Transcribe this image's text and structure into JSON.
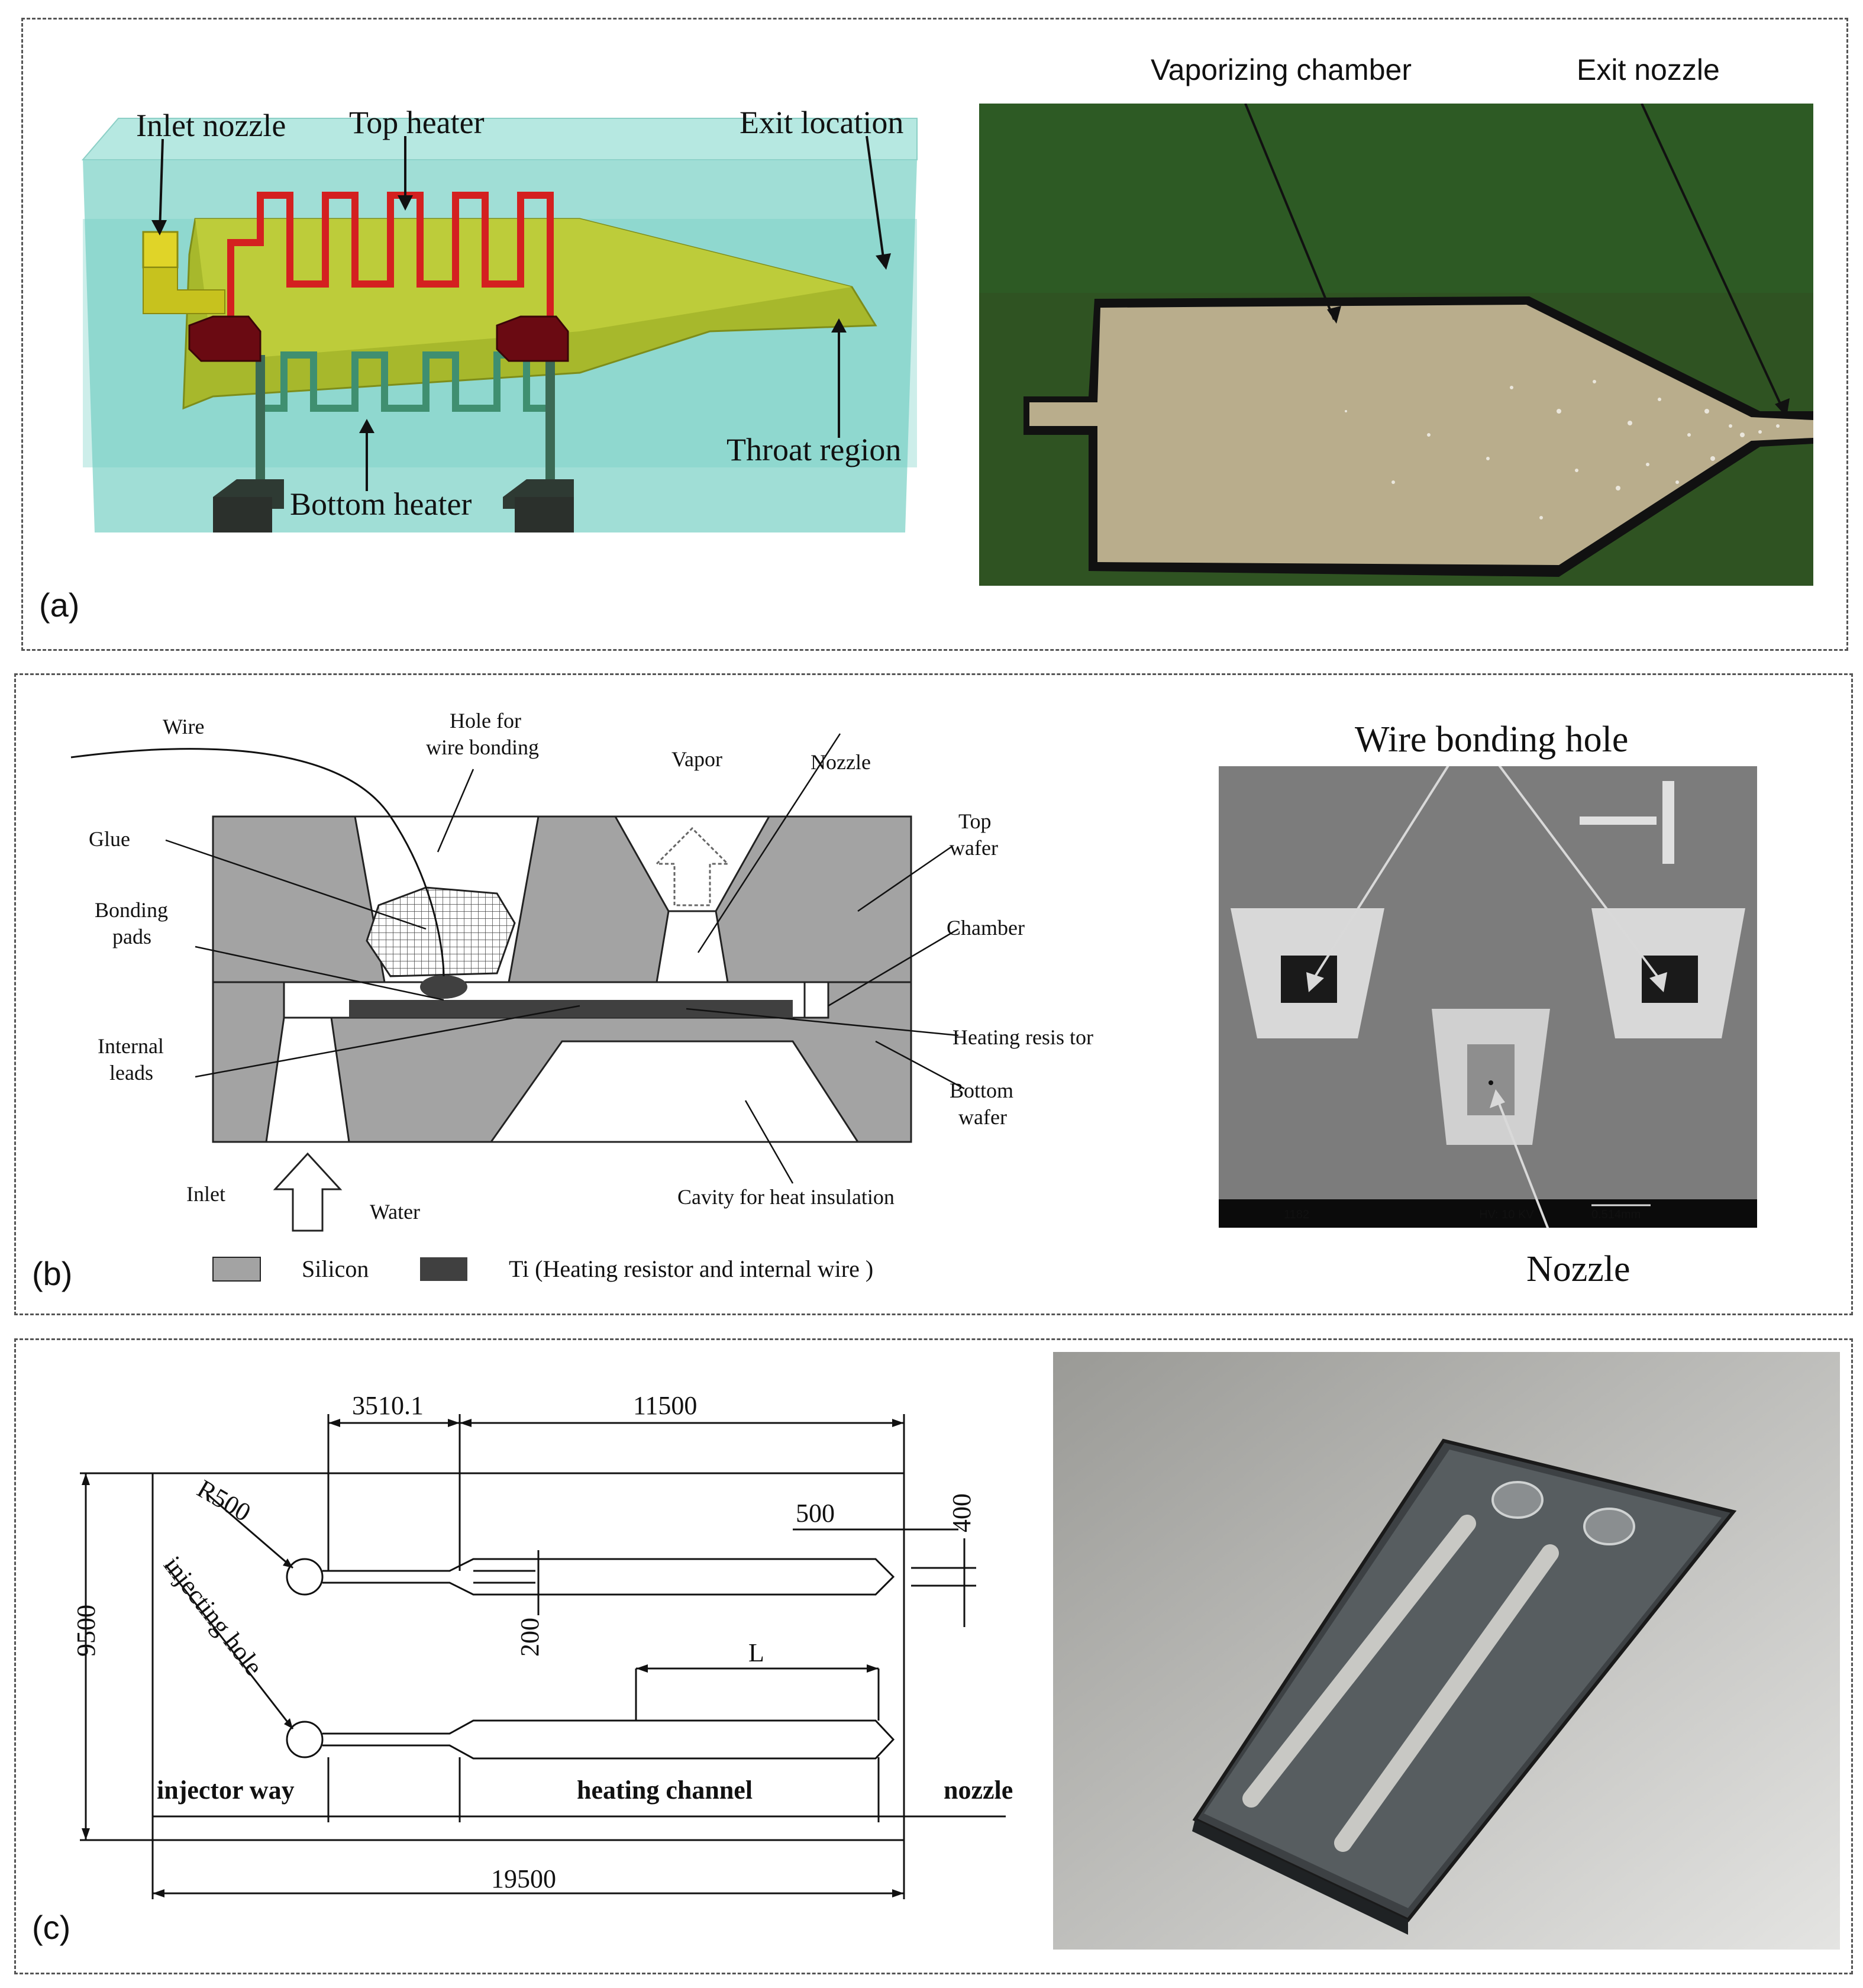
{
  "panels": {
    "a": {
      "label": "(a)",
      "model_labels": {
        "inlet_nozzle": "Inlet nozzle",
        "top_heater": "Top heater",
        "exit_location": "Exit location",
        "throat_region": "Throat region",
        "bottom_heater": "Bottom heater"
      },
      "photo_labels": {
        "vaporizing_chamber": "Vaporizing chamber",
        "exit_nozzle": "Exit nozzle"
      },
      "colors": {
        "heater": "#d42020",
        "pad": "#6a0a12",
        "chamber": "#b8c832",
        "glass": "#8fd8cf",
        "photo_bg": "#2f5322",
        "photo_chamber": "#b9ad8c"
      }
    },
    "b": {
      "label": "(b)",
      "cross_section": {
        "wire": "Wire",
        "hole_for": "Hole for",
        "wire_bonding": "wire bonding",
        "vapor": "Vapor",
        "nozzle": "Nozzle",
        "glue": "Glue",
        "top": "Top",
        "wafer_top": "wafer",
        "bonding": "Bonding",
        "pads": "pads",
        "chamber": "Chamber",
        "internal": "Internal",
        "leads": "leads",
        "heating_resistor": "Heating resis tor",
        "bottom": "Bottom",
        "wafer_bottom": "wafer",
        "inlet": "Inlet",
        "water": "Water",
        "cavity": "Cavity for heat insulation"
      },
      "legend": {
        "silicon": "Silicon",
        "ti": "Ti (Heating resistor and  internal wire )"
      },
      "sem": {
        "title": "Wire bonding hole",
        "nozzle": "Nozzle",
        "bar_mag": "1182",
        "bar_hv": "HV:  10 KV",
        "bar_scale": "0.514mm"
      },
      "colors": {
        "silicon": "#a3a3a3",
        "ti": "#404040"
      }
    },
    "c": {
      "label": "(c)",
      "drawing": {
        "dim_3510": "3510.1",
        "dim_11500": "11500",
        "dim_500": "500",
        "dim_400": "400",
        "r500": "R500",
        "injecting_hole": "injecting hole",
        "dim_200": "200",
        "dim_l": "L",
        "dim_9500": "9500",
        "injector_way": "injector way",
        "heating_channel": "heating channel",
        "nozzle": "nozzle",
        "dim_19500": "19500"
      }
    }
  }
}
